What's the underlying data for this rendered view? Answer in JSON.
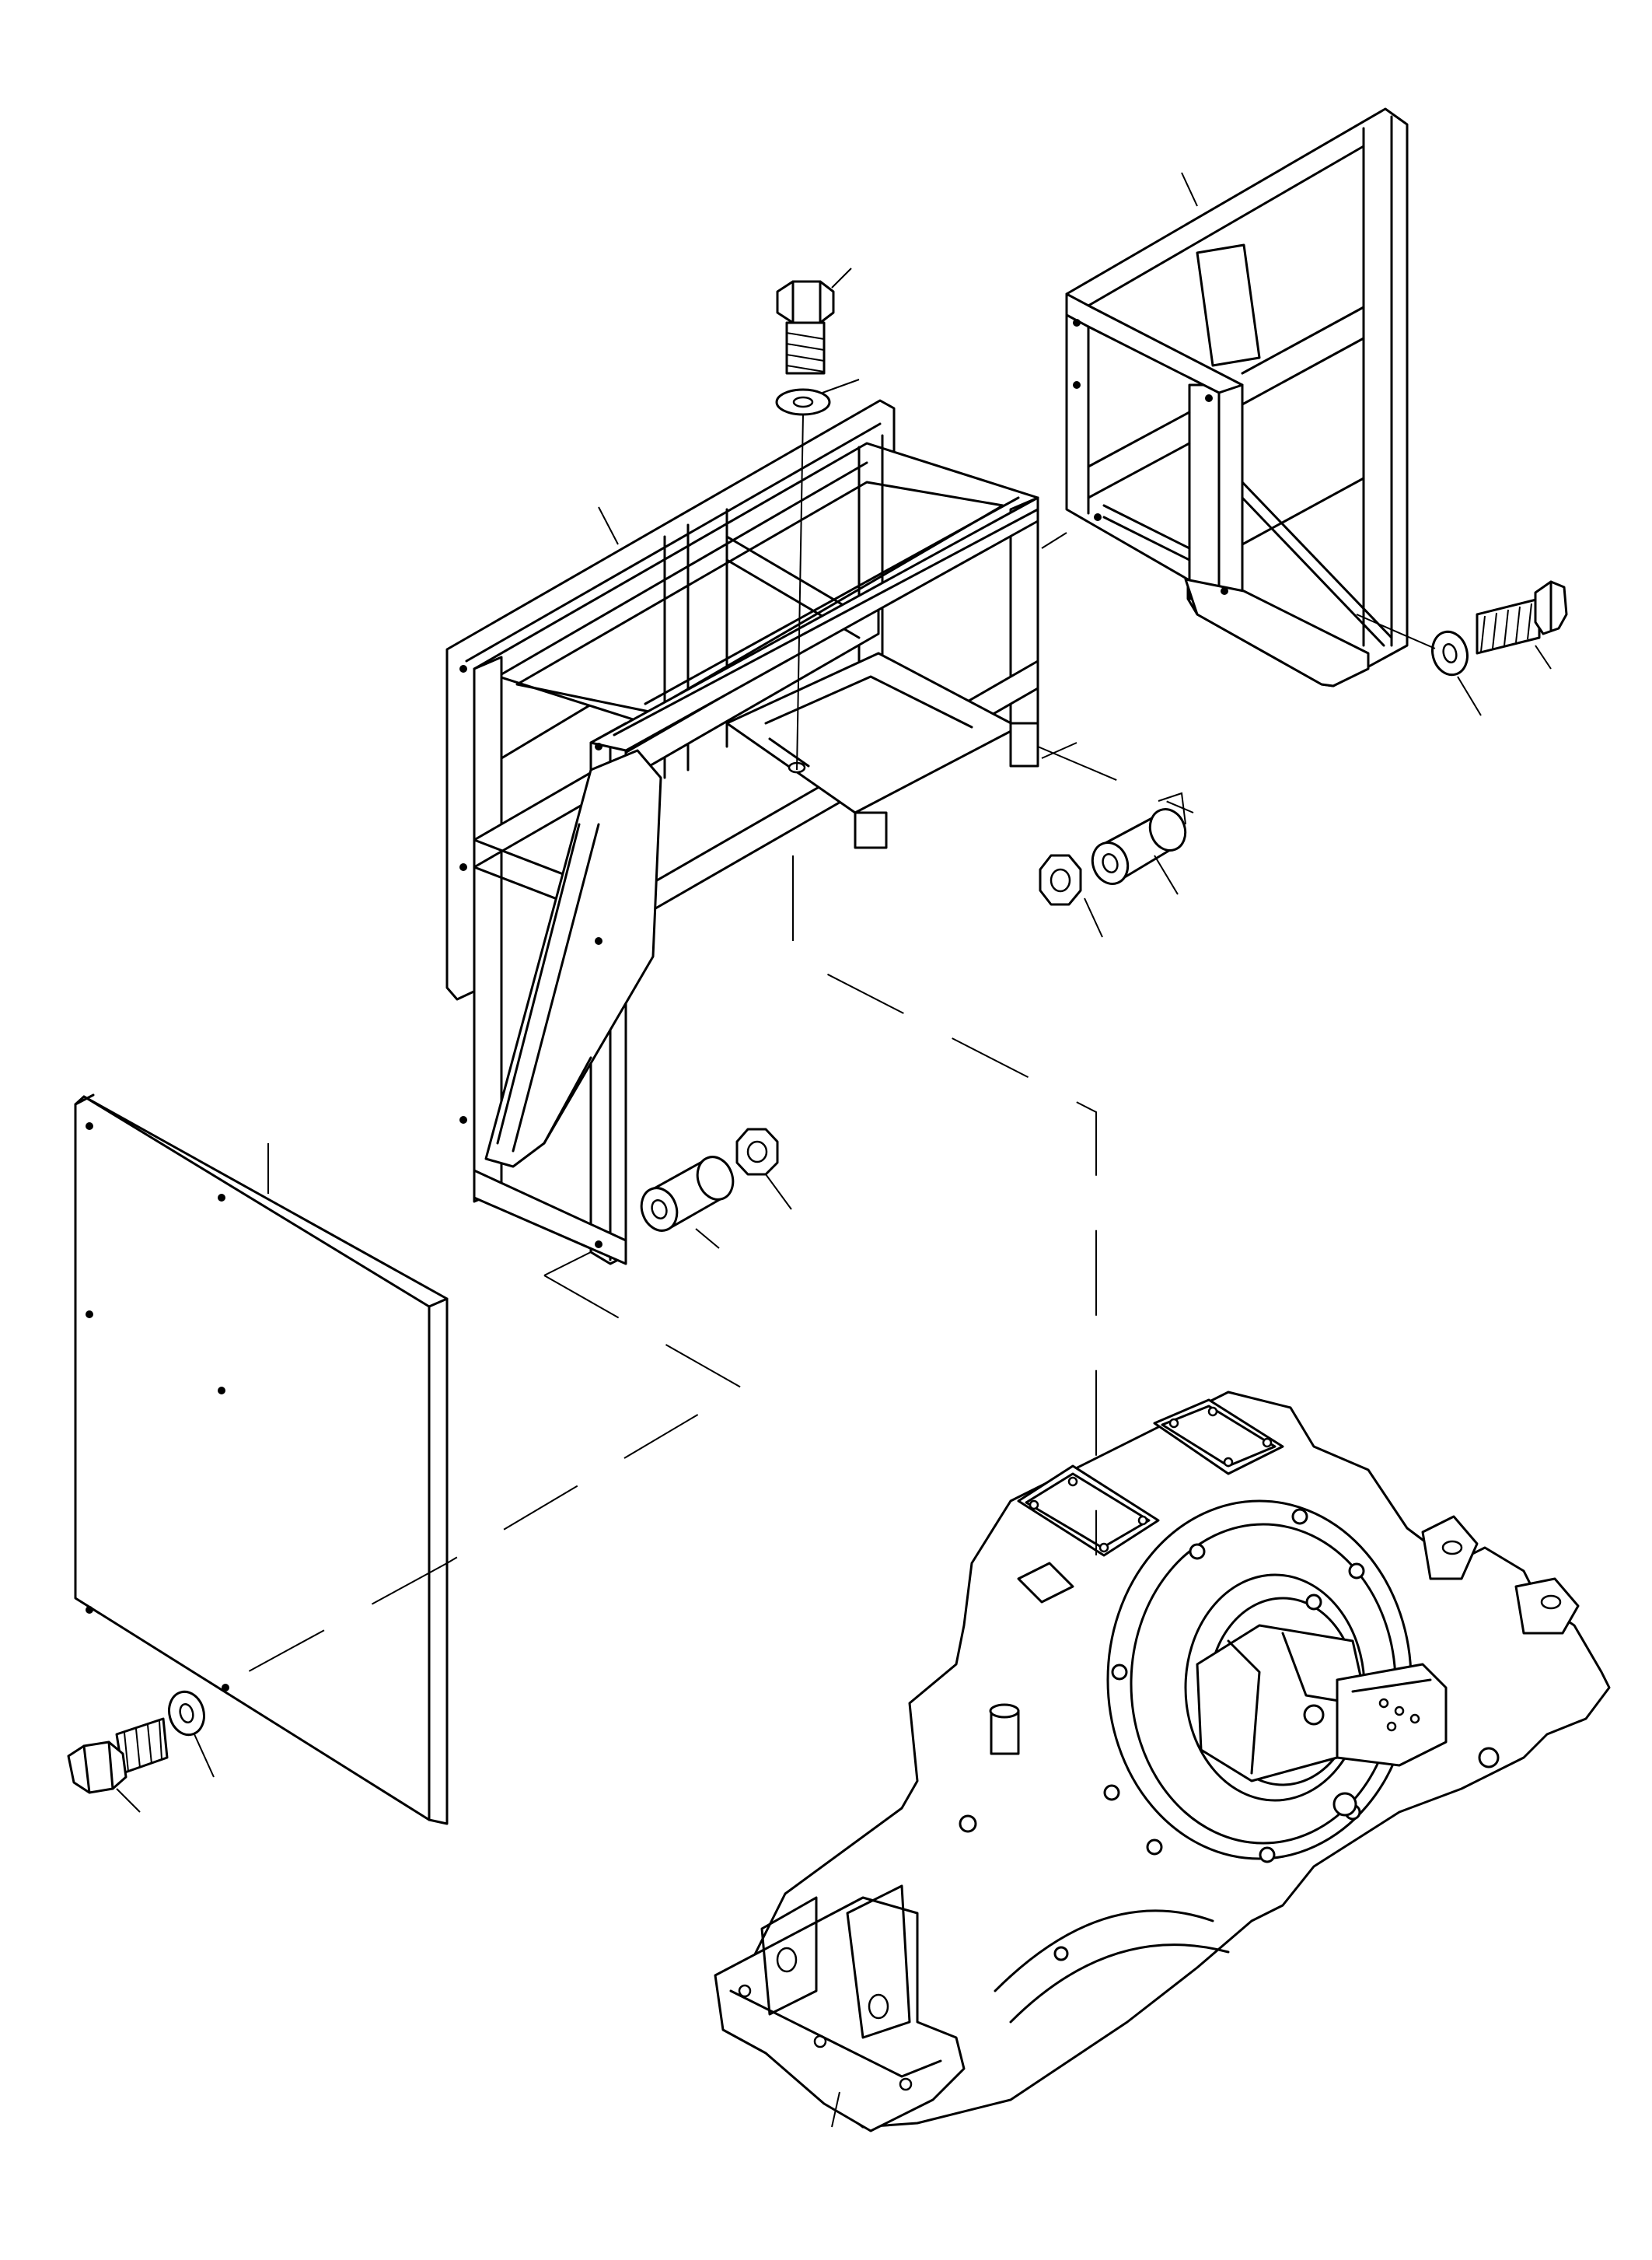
{
  "drawing": {
    "type": "exploded parts illustration",
    "colors": {
      "line": "#000000",
      "background": "#ffffff"
    },
    "parts": [
      "front-frame-bracket",
      "rear-frame-bracket",
      "cover-plate",
      "spacer-collar",
      "hex-nut",
      "hex-bolt",
      "flat-washer",
      "mounting-housing"
    ]
  }
}
